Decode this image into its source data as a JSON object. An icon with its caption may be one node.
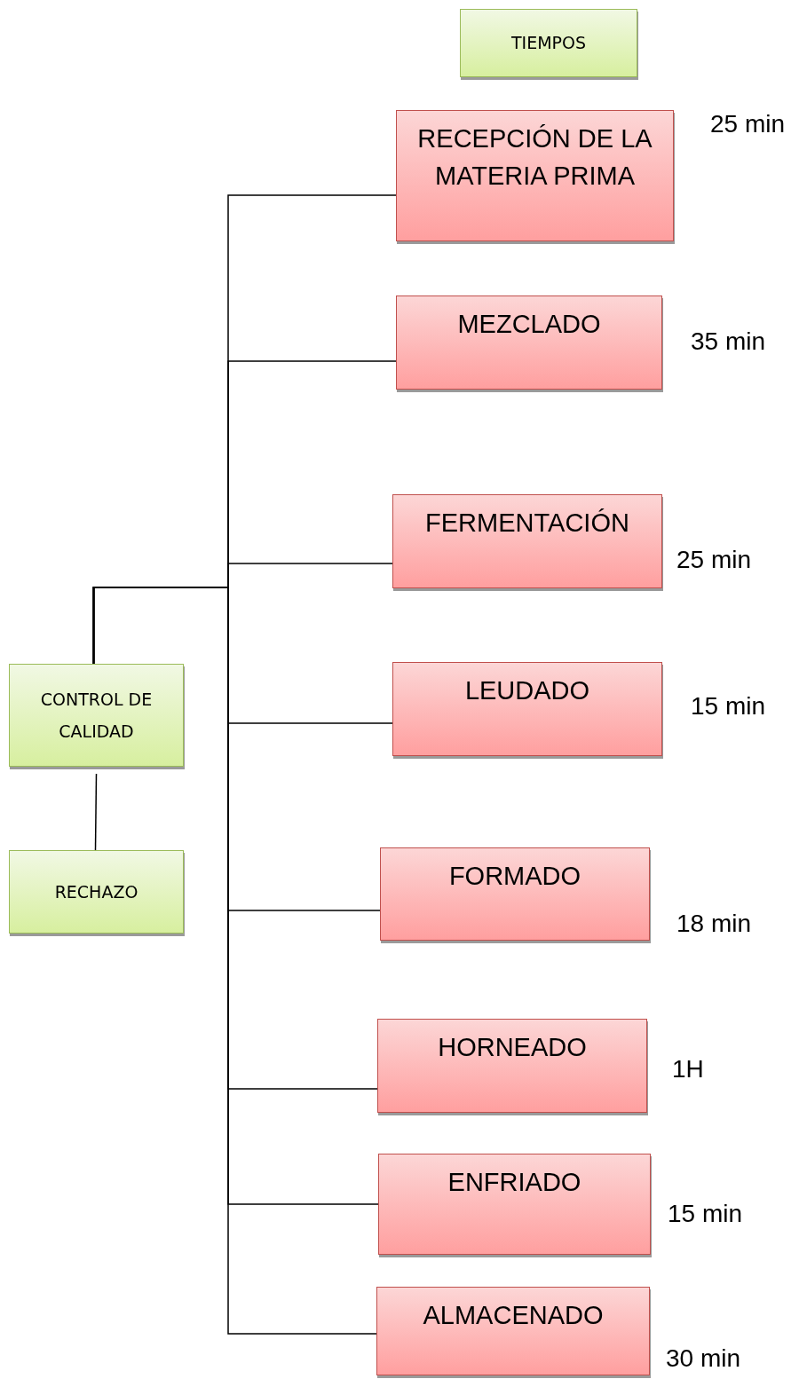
{
  "diagram": {
    "nodes": [
      {
        "text": [
          "TIEMPOS"
        ]
      },
      {
        "text": [
          "RECEPCIÓN DE LA MATERIA PRIMA"
        ],
        "beside": [
          "25 min"
        ]
      },
      {
        "text": [
          "MEZCLADO"
        ],
        "beside": [
          "35 min"
        ]
      },
      {
        "text": [
          "FERMENTACIÓN"
        ],
        "beside": [
          "25 min"
        ]
      },
      {
        "text": [
          "LEUDADO"
        ],
        "beside": [
          "15 min"
        ]
      },
      {
        "text": [
          "CONTROL DE CALIDAD"
        ]
      },
      {
        "text": [
          "RECHAZO"
        ]
      },
      {
        "text": [
          "FORMADO"
        ],
        "beside": [
          "18 min"
        ]
      },
      {
        "text": [
          "HORNEADO"
        ],
        "beside": [
          "1H"
        ]
      },
      {
        "text": [
          "ENFRIADO"
        ],
        "beside": [
          "15 min"
        ]
      },
      {
        "text": [
          "ALMACENADO"
        ],
        "beside": [
          "30 min"
        ]
      }
    ],
    "edges": [
      {
        "from": 5,
        "to": 1,
        "arrow": "none"
      },
      {
        "from": 5,
        "to": 2,
        "arrow": "none"
      },
      {
        "from": 5,
        "to": 3,
        "arrow": "none"
      },
      {
        "from": 5,
        "to": 4,
        "arrow": "none"
      },
      {
        "from": 5,
        "to": 7,
        "arrow": "none"
      },
      {
        "from": 5,
        "to": 8,
        "arrow": "none"
      },
      {
        "from": 5,
        "to": 9,
        "arrow": "none"
      },
      {
        "from": 5,
        "to": 10,
        "arrow": "none"
      },
      {
        "from": 5,
        "to": 6,
        "arrow": "none"
      }
    ]
  }
}
